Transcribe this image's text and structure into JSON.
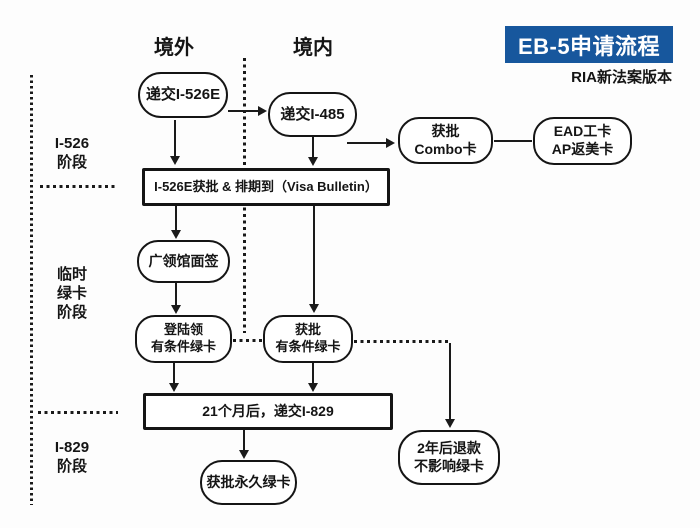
{
  "title": {
    "badge": "EB-5申请流程",
    "subtitle": "RIA新法案版本"
  },
  "columns": {
    "left": "境外",
    "right": "境内"
  },
  "stages": [
    {
      "lines": [
        "I-526",
        "阶段"
      ]
    },
    {
      "lines": [
        "临时",
        "绿卡",
        "阶段"
      ]
    },
    {
      "lines": [
        "I-829",
        "阶段"
      ]
    }
  ],
  "nodes": {
    "submit_i526e": {
      "label": "递交I-526E"
    },
    "submit_i485": {
      "label": "递交I-485"
    },
    "combo": {
      "line1": "获批",
      "line2": "Combo卡"
    },
    "ead": {
      "line1": "EAD工卡",
      "line2": "AP返美卡"
    },
    "approval_priority": {
      "label": "I-526E获批 & 排期到（Visa Bulletin）"
    },
    "consulate": {
      "label": "广领馆面签"
    },
    "landing": {
      "line1": "登陆领",
      "line2": "有条件绿卡"
    },
    "approved_conditional": {
      "line1": "获批",
      "line2": "有条件绿卡"
    },
    "submit_i829": {
      "label": "21个月后，递交I-829"
    },
    "permanent": {
      "label": "获批永久绿卡"
    },
    "refund": {
      "line1": "2年后退款",
      "line2": "不影响绿卡"
    }
  },
  "colors": {
    "accent_blue": "#17579d",
    "line_black": "#1a1a1a"
  }
}
